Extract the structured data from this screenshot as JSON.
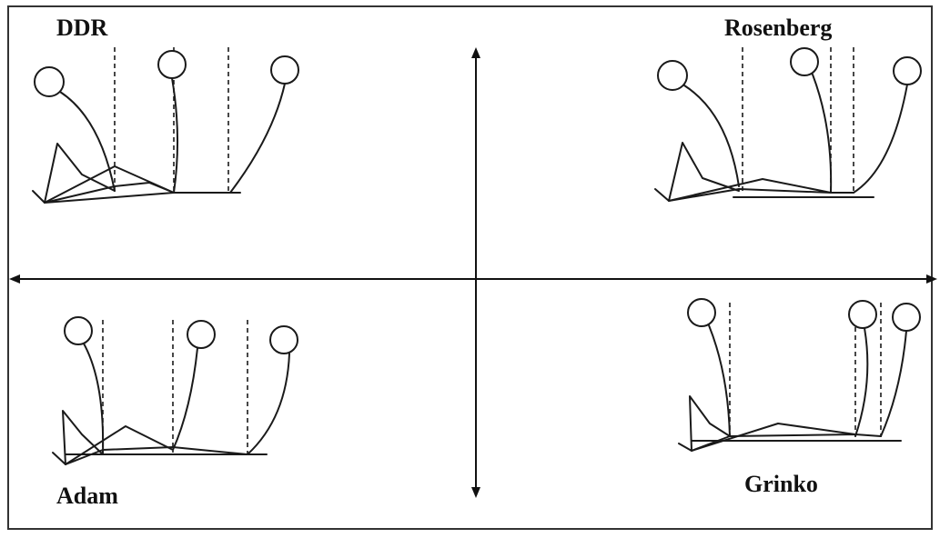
{
  "quadrants": {
    "top_left": {
      "label": "DDR"
    },
    "top_right": {
      "label": "Rosenberg"
    },
    "bottom_left": {
      "label": "Adam"
    },
    "bottom_right": {
      "label": "Grinko"
    }
  },
  "colors": {
    "ink": "#1a1a1a",
    "background": "#ffffff"
  }
}
